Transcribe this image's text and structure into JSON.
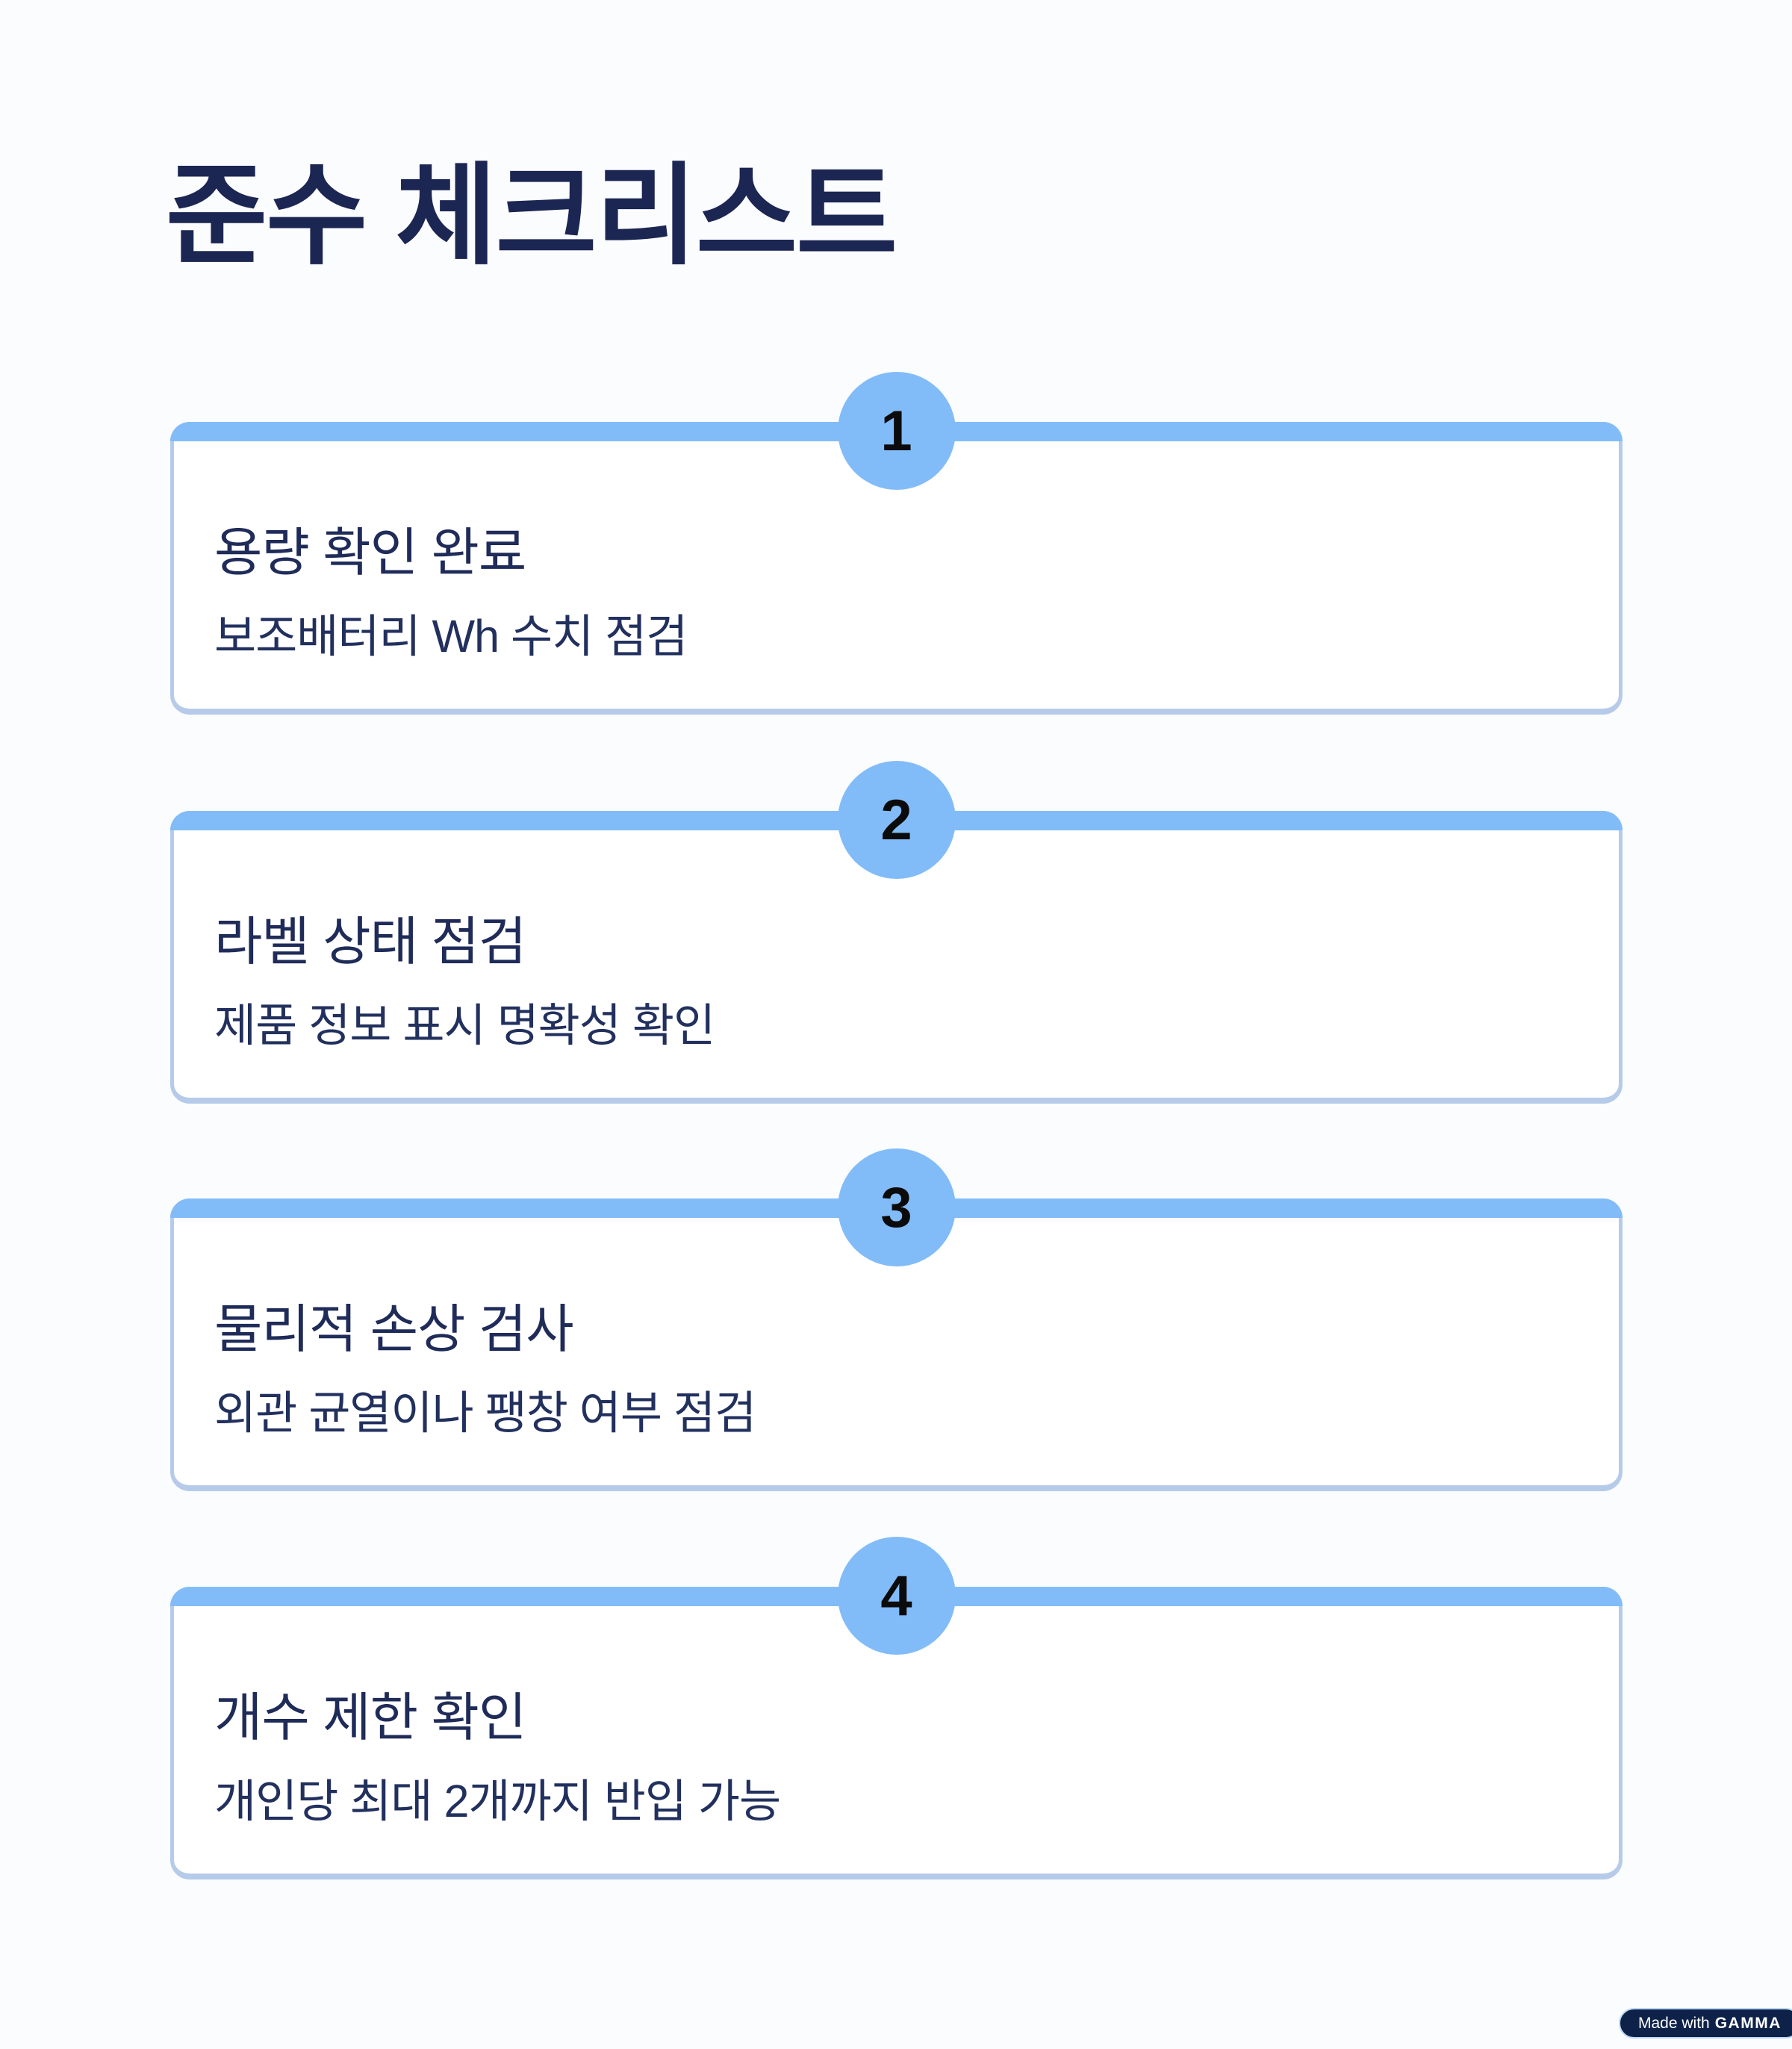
{
  "page": {
    "title": "준수 체크리스트",
    "background": "#fbfcfe"
  },
  "theme": {
    "accent_blue": "#82bcf8",
    "card_border_blue": "#b6cbe9",
    "text_navy": "#1f2b58",
    "number_black": "#0b0b0c",
    "badge_bg_navy": "#0e2249",
    "badge_text_white": "#ffffff"
  },
  "checklist": {
    "items": [
      {
        "number": "1",
        "heading": "용량 확인 완료",
        "description": "보조배터리 Wh 수치 점검"
      },
      {
        "number": "2",
        "heading": "라벨 상태 점검",
        "description": "제품 정보 표시 명확성 확인"
      },
      {
        "number": "3",
        "heading": "물리적 손상 검사",
        "description": "외관 균열이나 팽창 여부 점검"
      },
      {
        "number": "4",
        "heading": "개수 제한 확인",
        "description": "개인당 최대 2개까지 반입 가능"
      }
    ]
  },
  "badge": {
    "prefix": "Made with",
    "brand": "GAMMA"
  }
}
